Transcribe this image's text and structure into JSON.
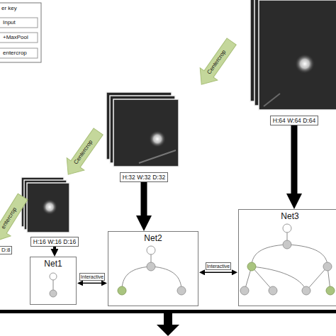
{
  "diagram": {
    "nodes": [
      {
        "text": [
          "H:64 W:64 D:64"
        ]
      },
      {
        "text": [
          "H:32 W:32 D:32"
        ]
      },
      {
        "text": [
          "H:16 W:16 D:16"
        ]
      },
      {
        "text": [
          "Net1"
        ]
      },
      {
        "text": [
          "Net2"
        ]
      },
      {
        "text": [
          "Net3"
        ]
      }
    ],
    "edges": [
      {
        "from": 0,
        "to": 5,
        "arrow": "to"
      },
      {
        "from": 1,
        "to": 4,
        "arrow": "to"
      },
      {
        "from": 2,
        "to": 3,
        "arrow": "to"
      },
      {
        "from": 3,
        "to": 4,
        "label": "Interactive",
        "arrow": "both"
      },
      {
        "from": 4,
        "to": 5,
        "label": "Interactive",
        "arrow": "both"
      }
    ],
    "labels": [
      "er key",
      "Centercrop",
      "Centercrop",
      "entercrop",
      "D:8"
    ],
    "legend": [
      {
        "text": "Input"
      },
      {
        "text": "+MaxPool"
      },
      {
        "text": "entercrop"
      }
    ]
  }
}
